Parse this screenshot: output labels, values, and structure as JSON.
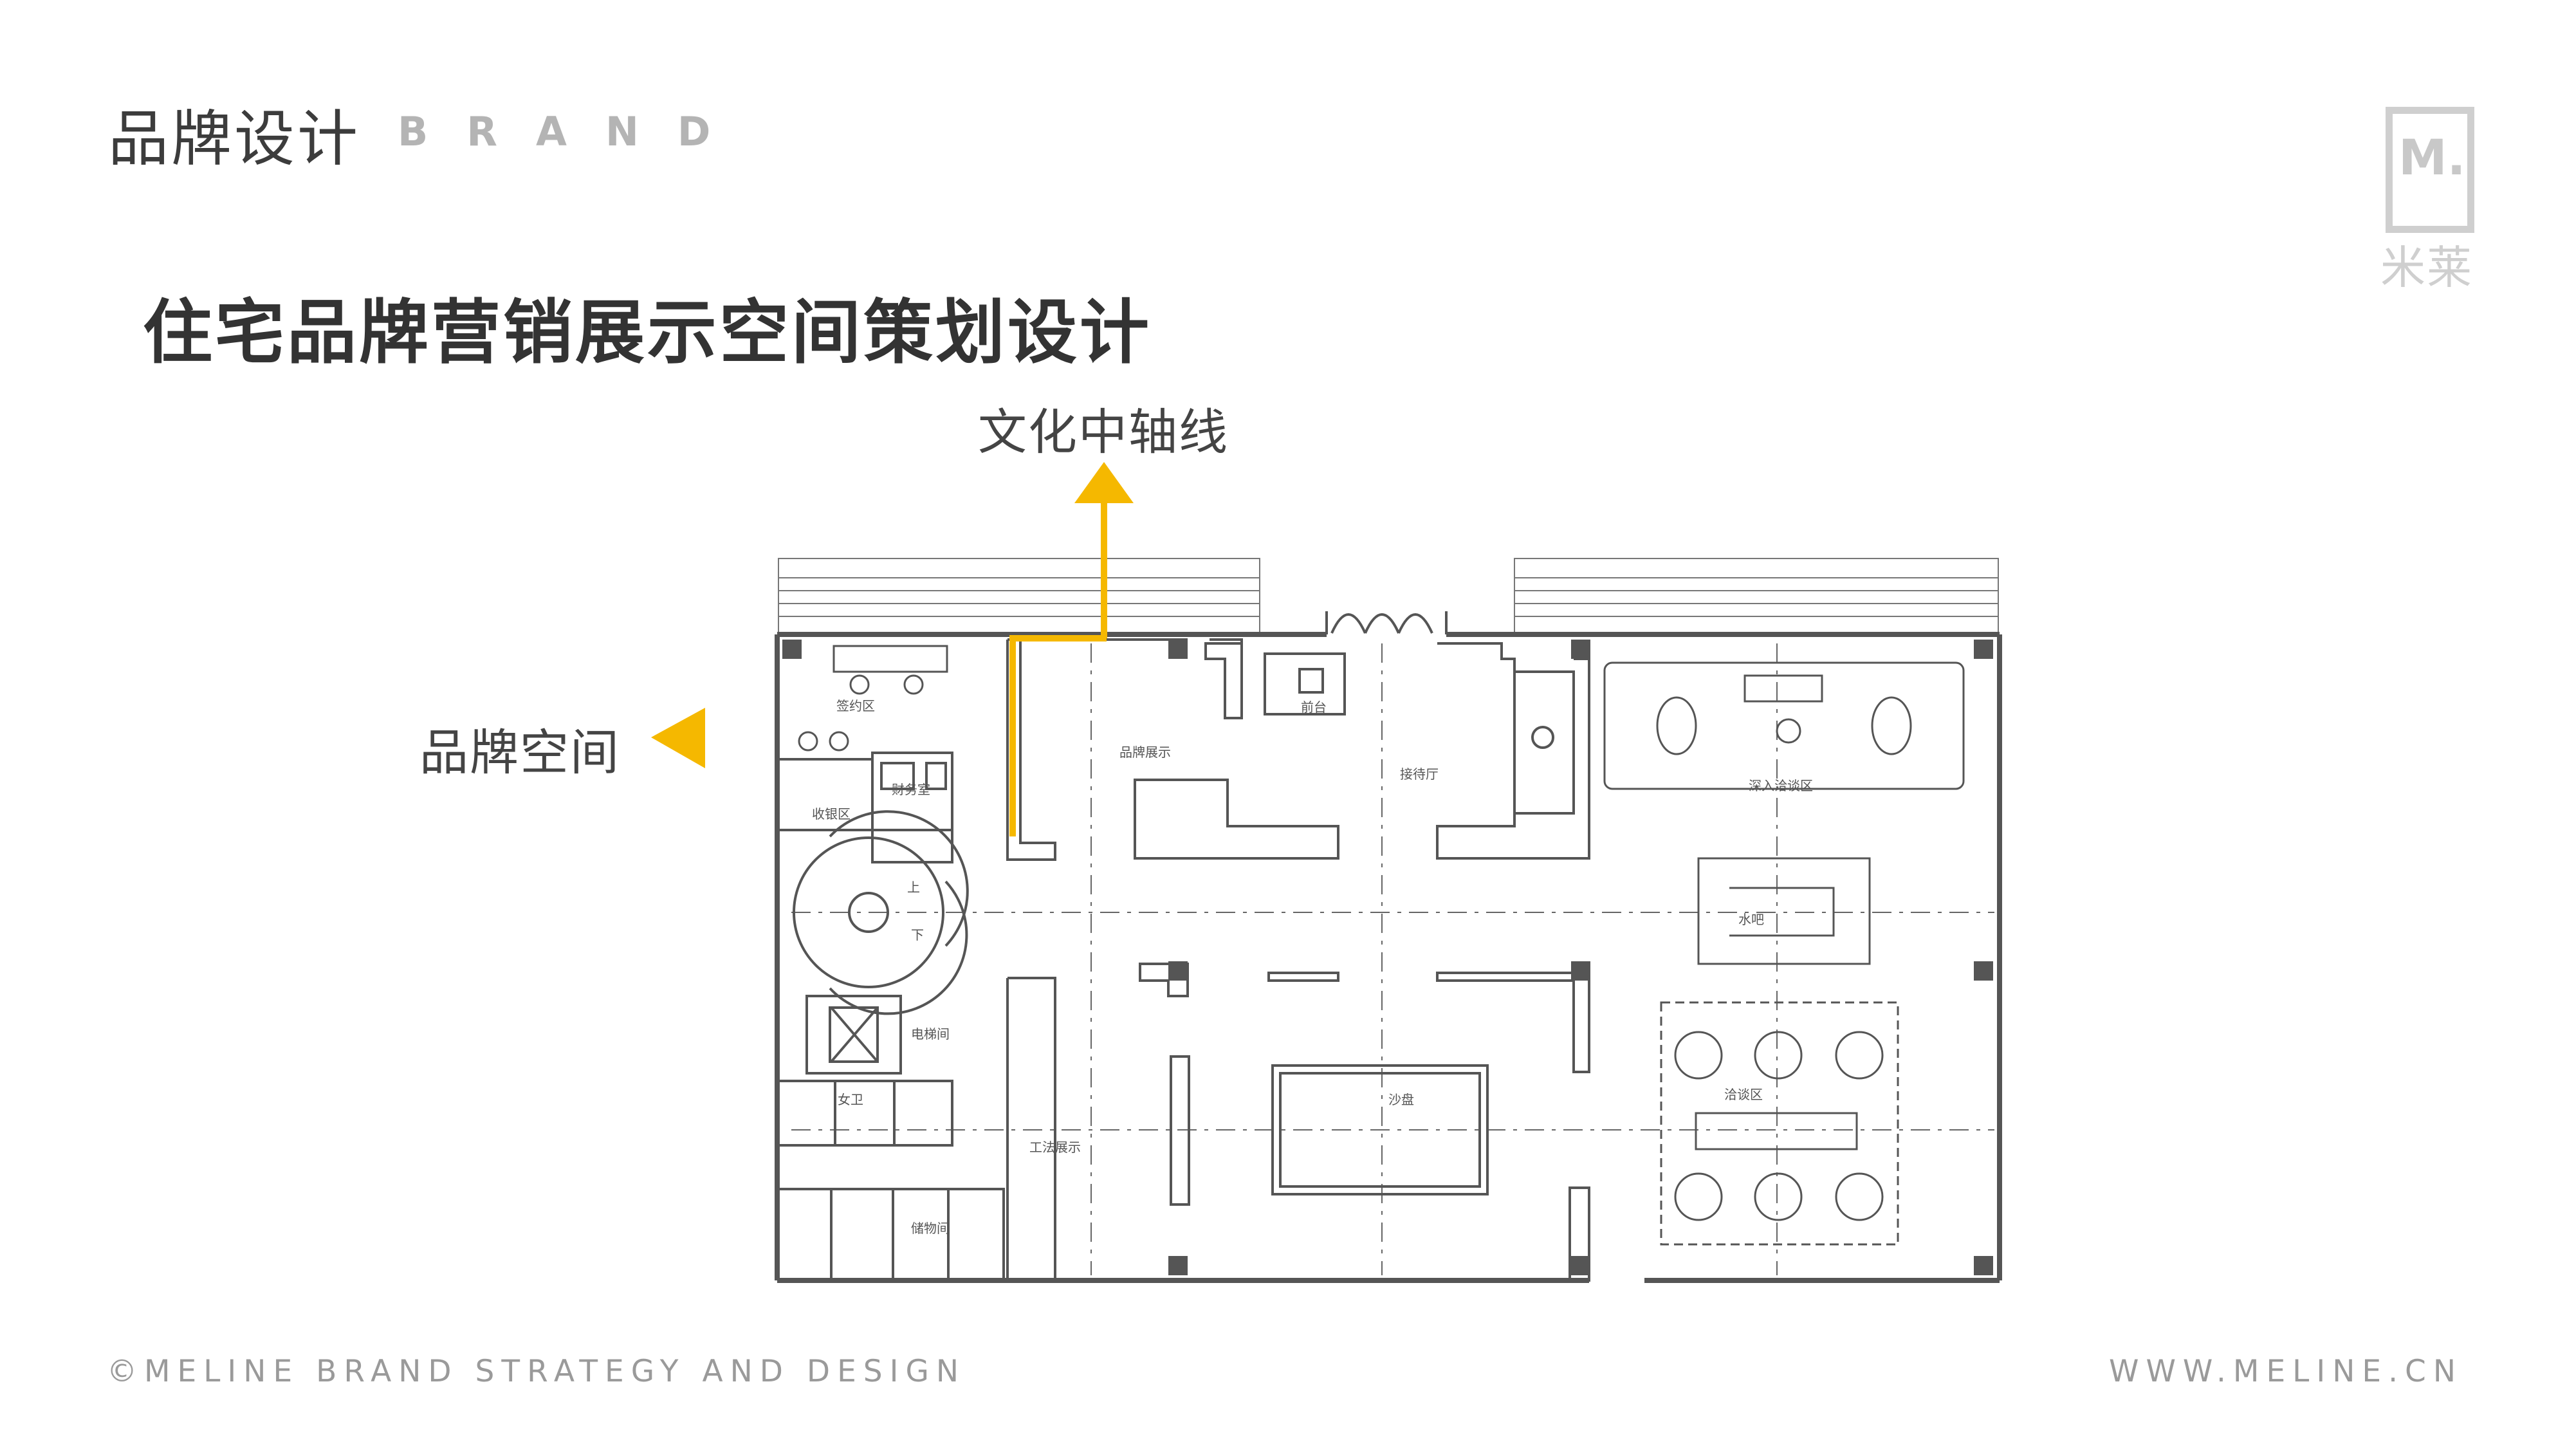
{
  "header": {
    "title_cn": "品牌设计",
    "title_en": "BRAND"
  },
  "page_title": "住宅品牌营销展示空间策划设计",
  "logo": {
    "mark": "M.",
    "name_cn": "米莱"
  },
  "footer": {
    "copyright": "©MELINE BRAND STRATEGY AND DESIGN",
    "url": "WWW.MELINE.CN"
  },
  "callouts": {
    "culture_axis": "文化中轴线",
    "brand_space": "品牌空间"
  },
  "rooms": {
    "signing": "签约区",
    "reception_desk": "前台",
    "brand_display": "品牌展示",
    "reception_hall": "接待厅",
    "deep_talk": "深入洽谈区",
    "finance": "财务室",
    "cashier": "收银区",
    "water_bar": "水吧",
    "elevator": "电梯间",
    "female_wc": "女卫",
    "craft_display": "工法展示",
    "sand_table": "沙盘",
    "negotiation": "洽谈区",
    "storage": "储物间",
    "up": "上",
    "down": "下"
  },
  "colors": {
    "accent": "#f5b800",
    "wall": "#555555",
    "line": "#666666"
  }
}
